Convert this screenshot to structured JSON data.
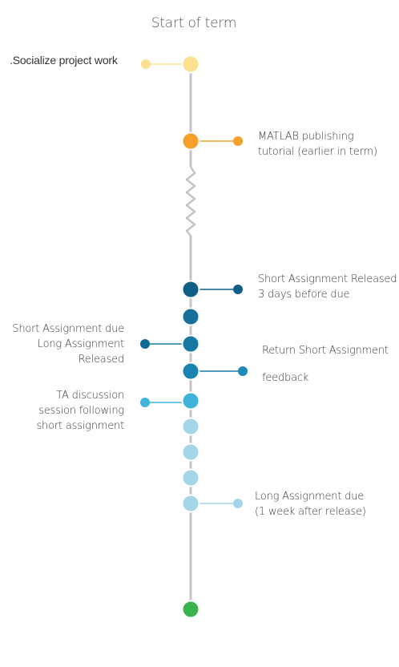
{
  "title": "Start of term",
  "colors": {
    "axis": "#c4c4c4",
    "yellow": "#fbe08f",
    "orange": "#f6a02a",
    "navy": "#0f5f86",
    "teal": "#1a7aa6",
    "cyan": "#3fb3d9",
    "light_blue": "#a4d5e8",
    "green": "#3cb44e"
  },
  "events": [
    {
      "id": "socialize",
      "text": ".Socialize project work",
      "side": "left"
    },
    {
      "id": "matlab",
      "text": "MATLAB publishing\ntutorial (earlier in term)",
      "side": "right"
    },
    {
      "id": "short-released",
      "text": "Short Assignment Released\n3 days before due",
      "side": "right"
    },
    {
      "id": "short-due",
      "text": "Short Assignment due\nLong Assignment\nReleased",
      "side": "left"
    },
    {
      "id": "return-feedback",
      "text": "Return Short Assignment\n\nfeedback",
      "side": "right"
    },
    {
      "id": "ta-session",
      "text": "TA discussion\nsession following\nshort assignment",
      "side": "left"
    },
    {
      "id": "long-due",
      "text": "Long Assignment due\n(1 week after release)",
      "side": "right"
    }
  ]
}
